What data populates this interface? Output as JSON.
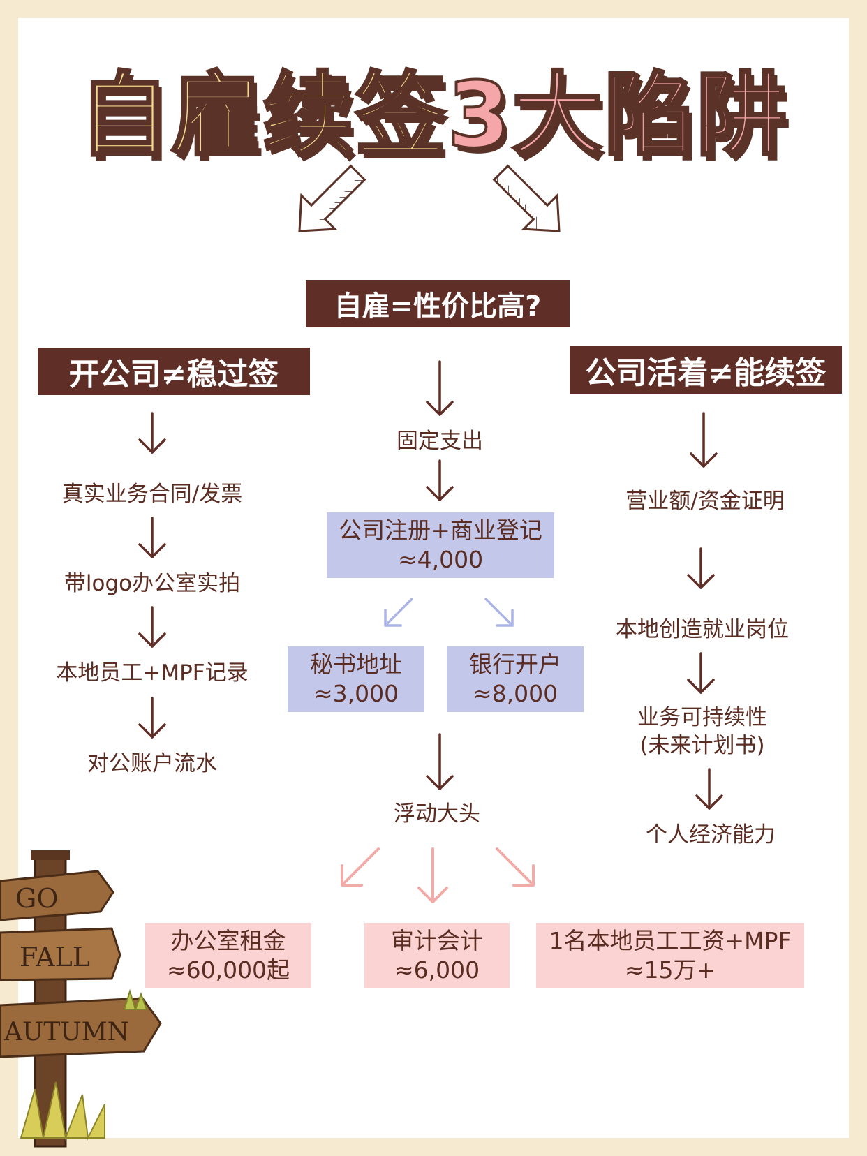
{
  "title": {
    "part1": "自雇续签",
    "part2": "3大陷阱"
  },
  "center_question": "自雇=性价比高?",
  "left": {
    "header": "开公司≠稳过签",
    "steps": [
      "真实业务合同/发票",
      "带logo办公室实拍",
      "本地员工+MPF记录",
      "对公账户流水"
    ]
  },
  "right": {
    "header": "公司活着≠能续签",
    "steps": [
      "营业额/资金证明",
      "本地创造就业岗位",
      "业务可持续性",
      "(未来计划书)",
      "个人经济能力"
    ]
  },
  "middle": {
    "fixed_label": "固定支出",
    "registration": {
      "label": "公司注册+商业登记",
      "amount": "≈4,000"
    },
    "secretary": {
      "label": "秘书地址",
      "amount": "≈3,000"
    },
    "bank": {
      "label": "银行开户",
      "amount": "≈8,000"
    },
    "floating_label": "浮动大头",
    "office_rent": {
      "label": "办公室租金",
      "amount": "≈60,000起"
    },
    "audit": {
      "label": "审计会计",
      "amount": "≈6,000"
    },
    "employee": {
      "label": "1名本地员工工资+MPF",
      "amount": "≈15万+"
    }
  },
  "signpost": {
    "signs": [
      "GO",
      "FALL",
      "AUTUMN"
    ]
  },
  "colors": {
    "dark_brown": "#5e2e27",
    "blue_box": "#c3c8ea",
    "pink_box": "#fbd3d3",
    "title_yellow": "#f4d98a",
    "title_pink": "#f4a6a8",
    "border_cream": "#f6ead0"
  }
}
